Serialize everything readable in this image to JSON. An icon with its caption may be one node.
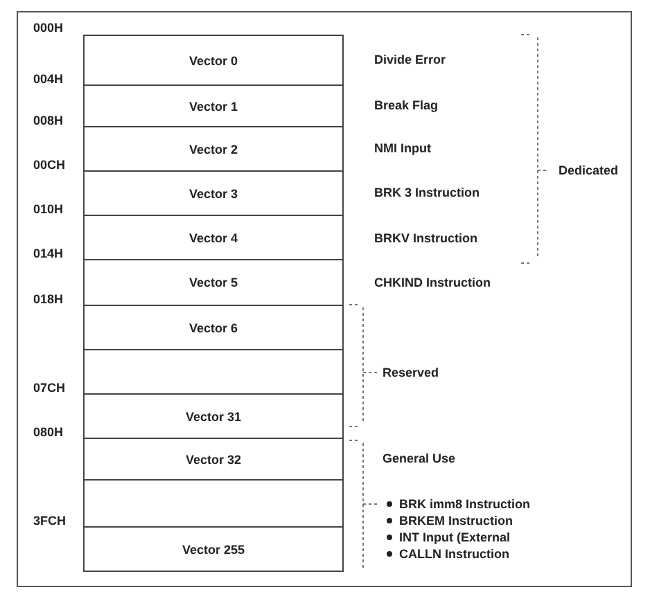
{
  "diagram": {
    "nodes": [
      {
        "text": [
          "Vector 0"
        ]
      },
      {
        "text": [
          "Vector 1"
        ]
      },
      {
        "text": [
          "Vector 2"
        ]
      },
      {
        "text": [
          "Vector 3"
        ]
      },
      {
        "text": [
          "Vector 4"
        ]
      },
      {
        "text": [
          "Vector 5"
        ]
      },
      {
        "text": [
          "Vector 6"
        ]
      },
      {
        "text": [],
        "shape": "box"
      },
      {
        "text": [
          "Vector 31"
        ]
      },
      {
        "text": [
          "Vector 32"
        ]
      },
      {
        "text": [],
        "shape": "box"
      },
      {
        "text": [
          "Vector 255"
        ]
      }
    ],
    "labels": [
      "000H",
      "Divide Error",
      "004H",
      "Break Flag",
      "008H",
      "NMI Input",
      "00CH",
      "Dedicated",
      "BRK 3 Instruction",
      "010H",
      "BRKV Instruction",
      "014H",
      "CHKIND Instruction",
      "018H",
      "Reserved",
      "07CH",
      "080H",
      "General Use",
      "BRK imm8 Instruction",
      "BRKEM Instruction",
      "INT Input (External",
      "3FCH",
      "CALLN Instruction"
    ]
  }
}
